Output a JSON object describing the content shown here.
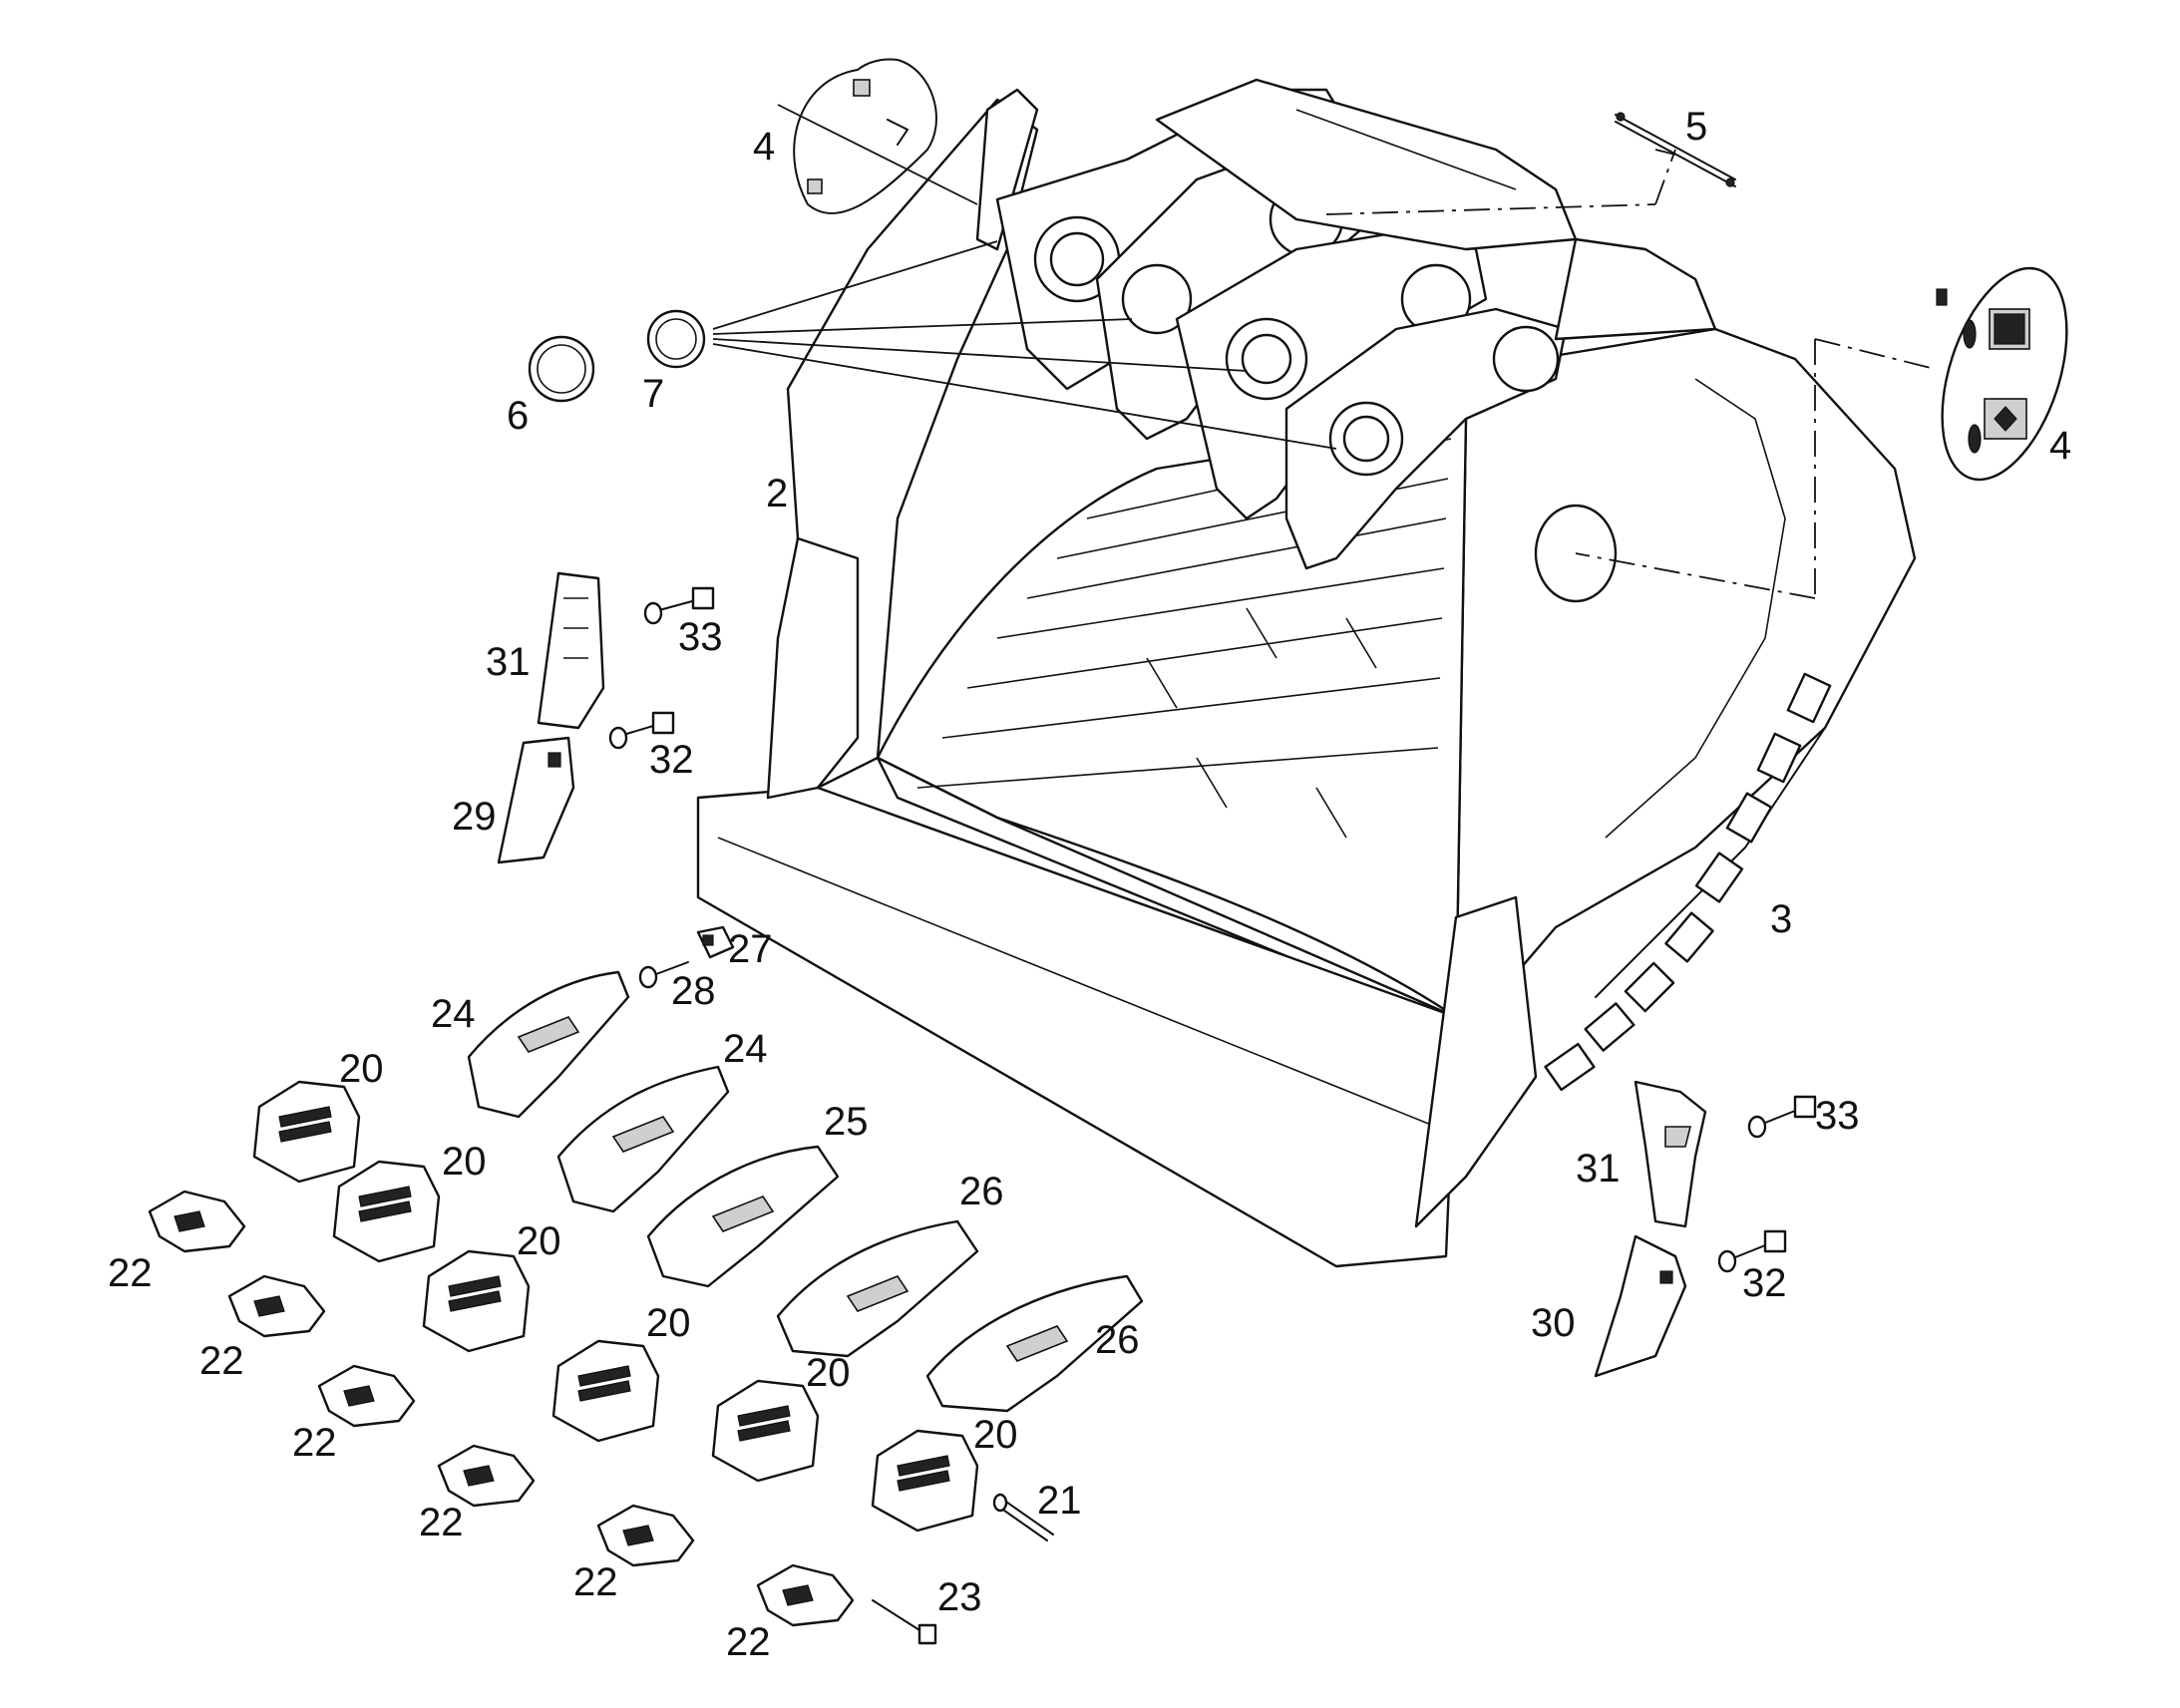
{
  "diagram": {
    "labels": {
      "l2": "2",
      "l3": "3",
      "l4a": "4",
      "l4b": "4",
      "l5": "5",
      "l6": "6",
      "l7": "7",
      "l20a": "20",
      "l20b": "20",
      "l20c": "20",
      "l20d": "20",
      "l20e": "20",
      "l20f": "20",
      "l21": "21",
      "l22a": "22",
      "l22b": "22",
      "l22c": "22",
      "l22d": "22",
      "l22e": "22",
      "l22f": "22",
      "l23": "23",
      "l24a": "24",
      "l24b": "24",
      "l25": "25",
      "l26a": "26",
      "l26b": "26",
      "l27": "27",
      "l28": "28",
      "l29": "29",
      "l30": "30",
      "l31a": "31",
      "l31b": "31",
      "l32a": "32",
      "l32b": "32",
      "l33a": "33",
      "l33b": "33"
    },
    "colors": {
      "line": "#111111",
      "background": "#ffffff"
    }
  }
}
